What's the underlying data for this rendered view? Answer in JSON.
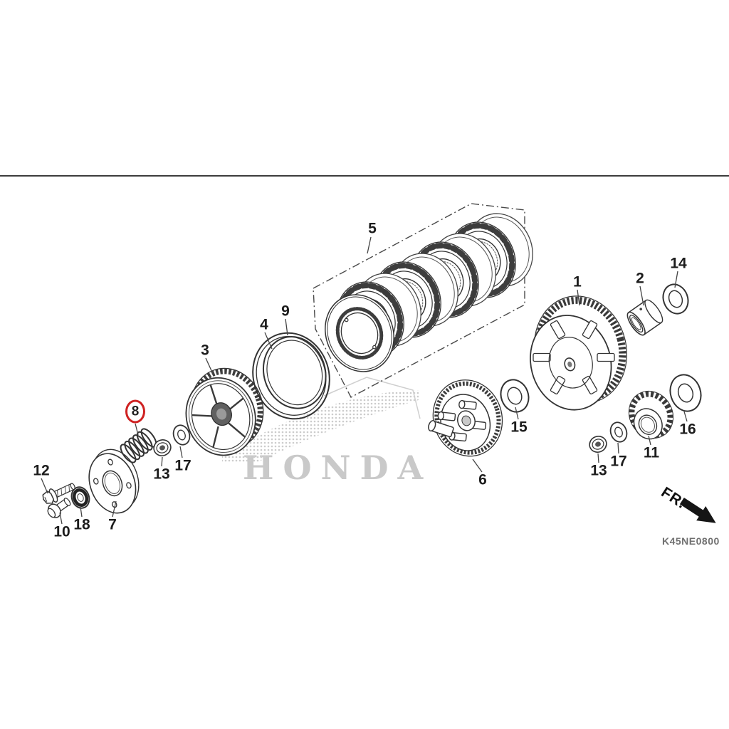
{
  "page": {
    "background": "#ffffff",
    "divider_color": "#3c3c3c"
  },
  "watermark": {
    "brand": "HONDA",
    "logo": "honda-wing"
  },
  "diagram": {
    "code": "K45NE0800",
    "direction_label": "FR.",
    "highlight": {
      "part_number": "8",
      "color": "#cf2222"
    },
    "callouts": [
      {
        "num": "1"
      },
      {
        "num": "2"
      },
      {
        "num": "3"
      },
      {
        "num": "4"
      },
      {
        "num": "5"
      },
      {
        "num": "6"
      },
      {
        "num": "7"
      },
      {
        "num": "8",
        "highlighted": true
      },
      {
        "num": "9"
      },
      {
        "num": "10"
      },
      {
        "num": "11"
      },
      {
        "num": "12"
      },
      {
        "num": "13"
      },
      {
        "num": "13"
      },
      {
        "num": "14"
      },
      {
        "num": "15"
      },
      {
        "num": "16"
      },
      {
        "num": "17"
      },
      {
        "num": "17"
      },
      {
        "num": "18"
      }
    ]
  }
}
